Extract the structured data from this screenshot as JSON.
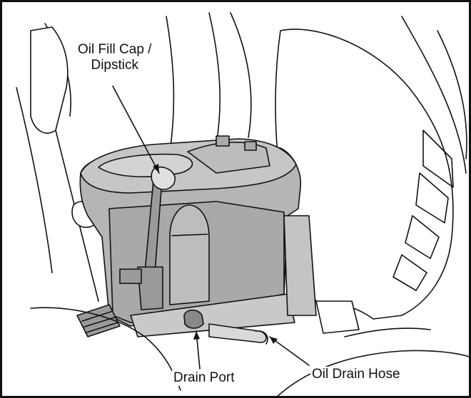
{
  "callouts": {
    "oil_fill_cap": "Oil Fill Cap /\nDipstick",
    "drain_port": "Drain Port",
    "oil_drain_hose": "Oil Drain Hose"
  },
  "colors": {
    "engine_fill": "#b5b5b5",
    "engine_dark": "#8e8e8e",
    "line": "#111111",
    "background": "#ffffff"
  }
}
